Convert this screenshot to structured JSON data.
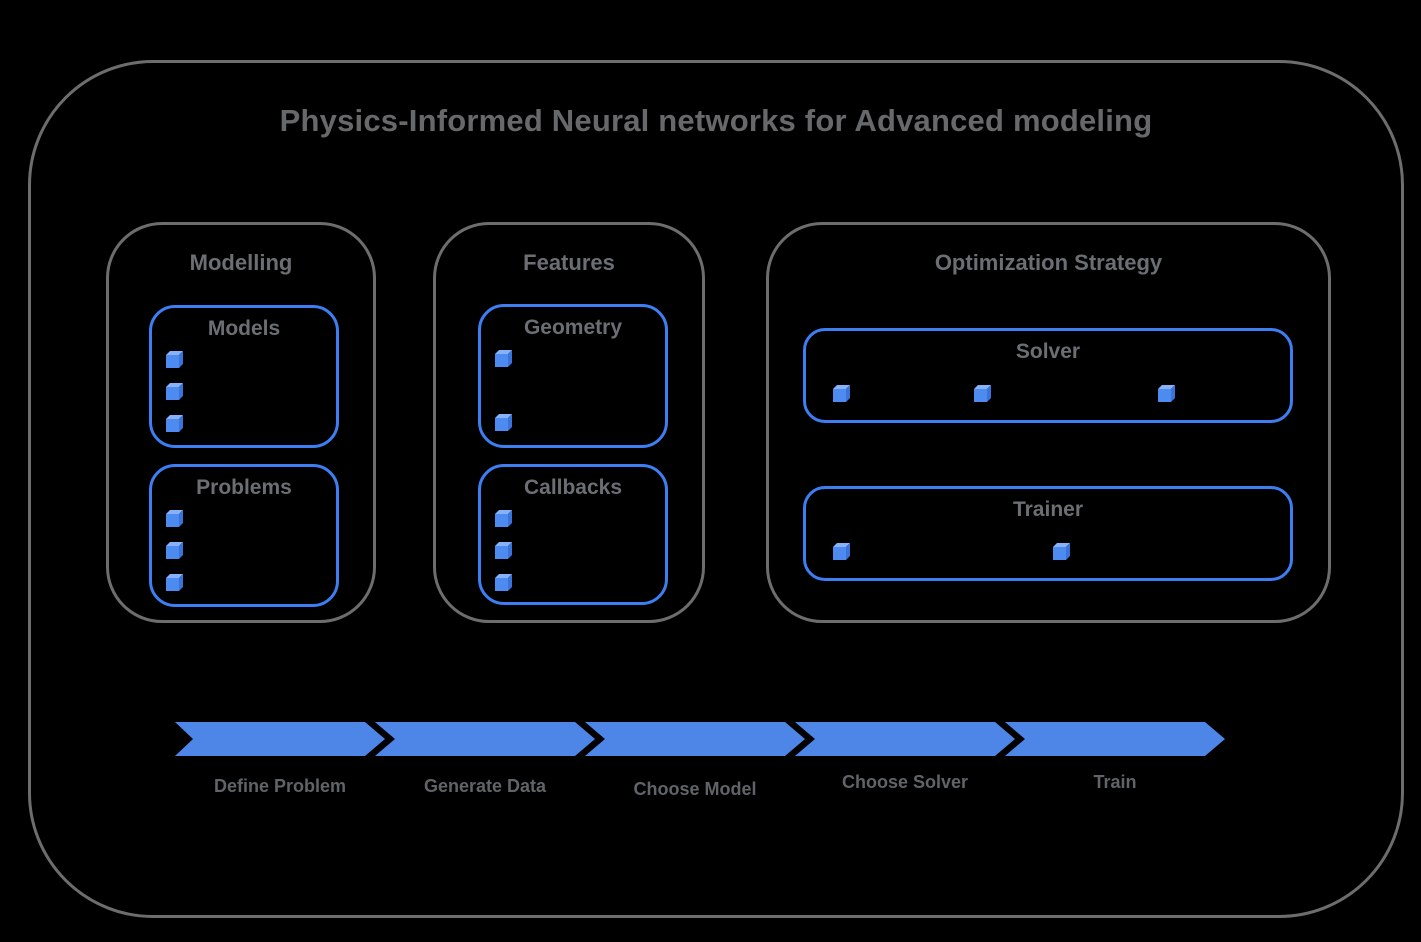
{
  "title": "Physics-Informed Neural networks for Advanced modeling",
  "groups": [
    {
      "label": "Modelling",
      "boxes": [
        {
          "id": "models",
          "label": "Models",
          "bullet_rows": [
            0,
            1,
            2
          ]
        },
        {
          "id": "problems",
          "label": "Problems",
          "bullet_rows": [
            0,
            1,
            2
          ]
        }
      ]
    },
    {
      "label": "Features",
      "boxes": [
        {
          "id": "geometry",
          "label": "Geometry",
          "bullet_rows": [
            0,
            2
          ]
        },
        {
          "id": "callbacks",
          "label": "Callbacks",
          "bullet_rows": [
            0,
            1,
            2
          ]
        }
      ]
    },
    {
      "label": "Optimization Strategy",
      "boxes": [
        {
          "id": "solver",
          "label": "Solver",
          "bullet_cols": [
            0,
            1,
            2
          ]
        },
        {
          "id": "trainer",
          "label": "Trainer",
          "bullet_cols": [
            0,
            1
          ]
        }
      ]
    }
  ],
  "process_steps": [
    {
      "label": "Define Problem"
    },
    {
      "label": "Generate Data"
    },
    {
      "label": "Choose Model"
    },
    {
      "label": "Choose Solver"
    },
    {
      "label": "Train"
    }
  ],
  "icons": {
    "bullet": "cube-icon"
  },
  "colors": {
    "background": "#000000",
    "frame_gray": "#6d6d6d",
    "title_text": "#66686a",
    "label_text": "#6b6f73",
    "step_text": "#606468",
    "accent_blue": "#3d7ef2",
    "arrow_blue": "#4e86e8",
    "cube_front": "#4e8bf0",
    "cube_top": "#85b2f8",
    "cube_side": "#3a73da"
  }
}
